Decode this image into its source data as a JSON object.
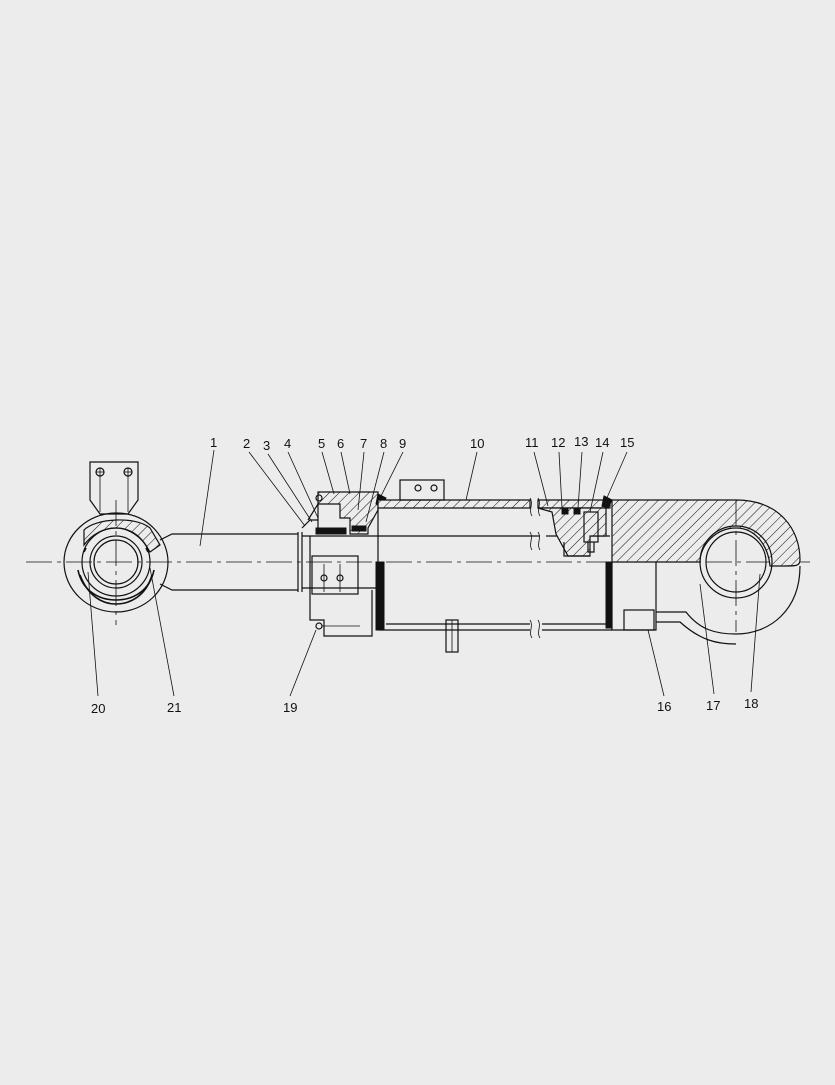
{
  "drawing": {
    "background": "#ececec",
    "line_color": "#111111",
    "callouts": [
      {
        "label": "1"
      },
      {
        "label": "2"
      },
      {
        "label": "3"
      },
      {
        "label": "4"
      },
      {
        "label": "5"
      },
      {
        "label": "6"
      },
      {
        "label": "7"
      },
      {
        "label": "8"
      },
      {
        "label": "9"
      },
      {
        "label": "10"
      },
      {
        "label": "11"
      },
      {
        "label": "12"
      },
      {
        "label": "13"
      },
      {
        "label": "14"
      },
      {
        "label": "15"
      },
      {
        "label": "16"
      },
      {
        "label": "17"
      },
      {
        "label": "18"
      },
      {
        "label": "19"
      },
      {
        "label": "20"
      },
      {
        "label": "21"
      }
    ]
  }
}
